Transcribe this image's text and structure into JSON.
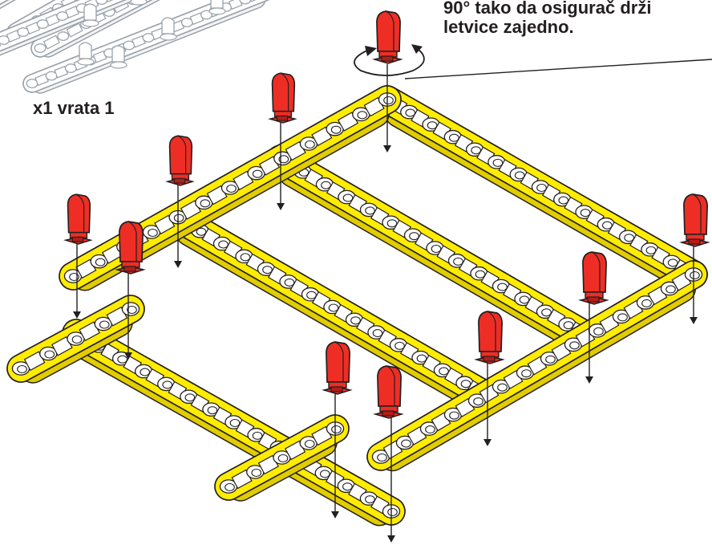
{
  "caption": "x1 vrata 1",
  "instruction_lines": [
    "90° tako da osigurač drži",
    "letvice zajedno."
  ],
  "colors": {
    "strip_fill": "#ffec00",
    "strip_stroke": "#231f20",
    "peg_fill": "#ee2e24",
    "ghost_stroke": "#9aa2aa",
    "text": "#231f20"
  },
  "icons": {
    "rotate": "rotate-arrows-icon",
    "down": "arrow-down-icon"
  }
}
